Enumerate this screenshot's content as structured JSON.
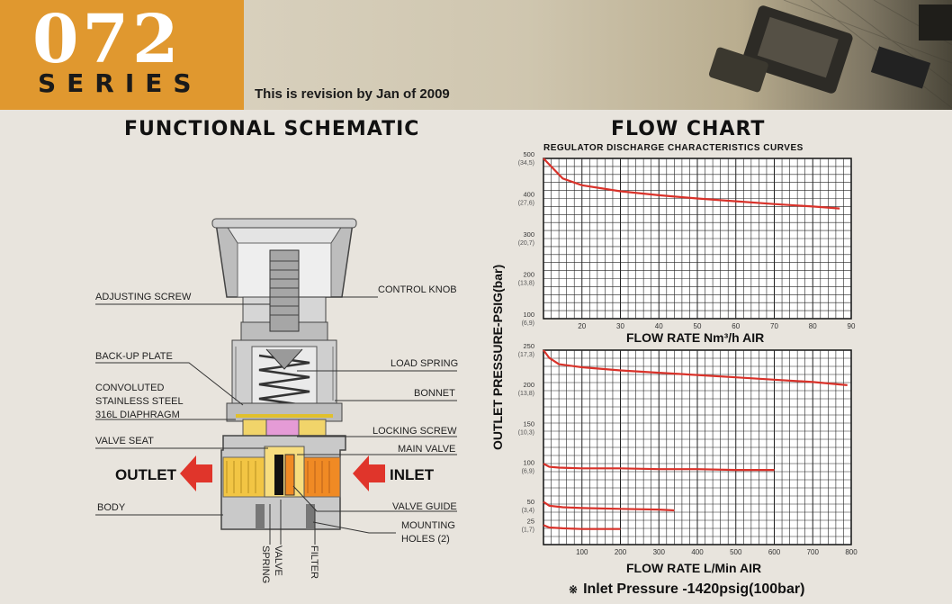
{
  "header": {
    "series_number": "072",
    "series_word": "SERIES",
    "revision": "This is revision by Jan of 2009"
  },
  "schematic": {
    "title": "FUNCTIONAL SCHEMATIC",
    "labels": {
      "adjusting_screw": "ADJUSTING SCREW",
      "control_knob": "CONTROL KNOB",
      "backup_plate": "BACK-UP PLATE",
      "load_spring": "LOAD SPRING",
      "diaphragm_1": "CONVOLUTED",
      "diaphragm_2": "STAINLESS STEEL",
      "diaphragm_3": "316L DIAPHRAGM",
      "bonnet": "BONNET",
      "locking_screw": "LOCKING SCREW",
      "valve_seat": "VALVE SEAT",
      "main_valve": "MAIN VALVE",
      "outlet": "OUTLET",
      "inlet": "INLET",
      "valve_guide": "VALVE GUIDE",
      "body": "BODY",
      "mounting_holes_1": "MOUNTING",
      "mounting_holes_2": "HOLES (2)",
      "valve_spring_1": "VALVE",
      "valve_spring_2": "SPRING",
      "filter": "FILTER"
    },
    "colors": {
      "arrow": "#e0352b",
      "brass": "#f2c544",
      "inlet_port": "#f08a24",
      "seat": "#e59bd6",
      "body": "#c9c9c9"
    }
  },
  "flow_chart": {
    "title": "FLOW CHART",
    "subtitle": "REGULATOR DISCHARGE CHARACTERISTICS CURVES",
    "ylabel": "OUTLET PRESSURE-PSIG(bar)",
    "xlabel_top": "FLOW RATE  Nm³/h AIR",
    "xlabel_bottom": "FLOW RATE  L/Min AIR",
    "note_mark": "※",
    "note": "Inlet Pressure -1420psig(100bar)"
  },
  "chart_data": [
    {
      "type": "line",
      "title": "REGULATOR DISCHARGE CHARACTERISTICS CURVES",
      "xlabel": "FLOW RATE  Nm³/h AIR",
      "ylabel": "OUTLET PRESSURE-PSIG(bar)",
      "xlim": [
        10,
        90
      ],
      "ylim": [
        100,
        500
      ],
      "xticks": [
        "20",
        "30",
        "40",
        "50",
        "60",
        "70",
        "80",
        "90"
      ],
      "yticks": [
        {
          "value": 500,
          "psig": "500",
          "bar": "(34,5)"
        },
        {
          "value": 400,
          "psig": "400",
          "bar": "(27,6)"
        },
        {
          "value": 300,
          "psig": "300",
          "bar": "(20,7)"
        },
        {
          "value": 200,
          "psig": "200",
          "bar": "(13,8)"
        },
        {
          "value": 100,
          "psig": "100",
          "bar": "(6,9)"
        }
      ],
      "grid": true,
      "color": "#d9322a",
      "series": [
        {
          "x": [
            10,
            12,
            15,
            20,
            30,
            40,
            50,
            60,
            70,
            80,
            87
          ],
          "y": [
            500,
            480,
            450,
            433,
            418,
            408,
            400,
            393,
            386,
            380,
            375
          ]
        }
      ]
    },
    {
      "type": "line",
      "xlabel": "FLOW RATE  L/Min AIR",
      "ylabel": "OUTLET PRESSURE-PSIG(bar)",
      "xlim": [
        0,
        800
      ],
      "ylim": [
        0,
        250
      ],
      "xticks": [
        "100",
        "200",
        "300",
        "400",
        "500",
        "600",
        "700",
        "800"
      ],
      "yticks": [
        {
          "value": 250,
          "psig": "250",
          "bar": "(17,3)"
        },
        {
          "value": 200,
          "psig": "200",
          "bar": "(13,8)"
        },
        {
          "value": 150,
          "psig": "150",
          "bar": "(10,3)"
        },
        {
          "value": 100,
          "psig": "100",
          "bar": "(6,9)"
        },
        {
          "value": 50,
          "psig": "50",
          "bar": "(3,4)"
        },
        {
          "value": 25,
          "psig": "25",
          "bar": "(1,7)"
        }
      ],
      "grid": true,
      "color": "#d9322a",
      "series": [
        {
          "x": [
            0,
            15,
            40,
            100,
            200,
            300,
            400,
            500,
            600,
            700,
            790
          ],
          "y": [
            250,
            240,
            232,
            228,
            224,
            221,
            218,
            215,
            212,
            209,
            205
          ]
        },
        {
          "x": [
            0,
            15,
            40,
            100,
            200,
            300,
            400,
            500,
            600
          ],
          "y": [
            104,
            100,
            99,
            98,
            98,
            97,
            97,
            96,
            96
          ]
        },
        {
          "x": [
            0,
            15,
            50,
            100,
            200,
            300,
            340
          ],
          "y": [
            55,
            50,
            48,
            47,
            46,
            45,
            44
          ]
        },
        {
          "x": [
            0,
            15,
            50,
            100,
            200
          ],
          "y": [
            25,
            22,
            21,
            20,
            20
          ]
        }
      ]
    }
  ]
}
